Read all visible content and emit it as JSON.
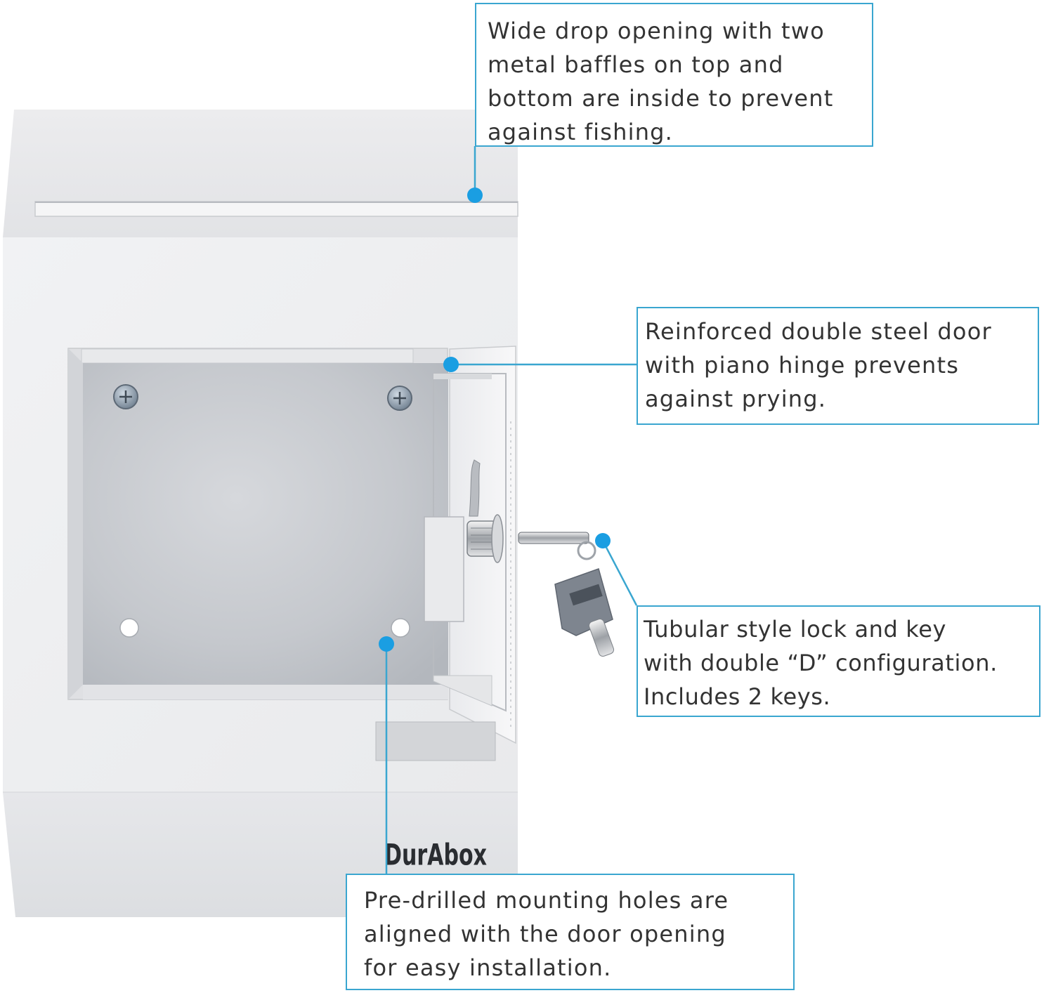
{
  "colors": {
    "accent": "#3aa6d0",
    "box_body": "#eeeff1",
    "interior": "#c4c7cd",
    "text": "#333333"
  },
  "product": {
    "brand_label": "DurAbox"
  },
  "callouts": {
    "drop_opening": "Wide drop opening with two\nmetal baffles on top and\nbottom are inside to prevent\nagainst fishing.",
    "door": "Reinforced double steel door\nwith piano hinge prevents\nagainst prying.",
    "lock": "Tubular style lock and key\nwith double “D” configuration.\nIncludes 2 keys.",
    "mounting": "Pre-drilled mounting holes are\naligned with the door opening\nfor easy installation."
  },
  "icons": {
    "callout_marker": "dot-marker-icon",
    "screw": "screw-icon",
    "key": "key-icon",
    "lock": "lock-cylinder-icon"
  }
}
